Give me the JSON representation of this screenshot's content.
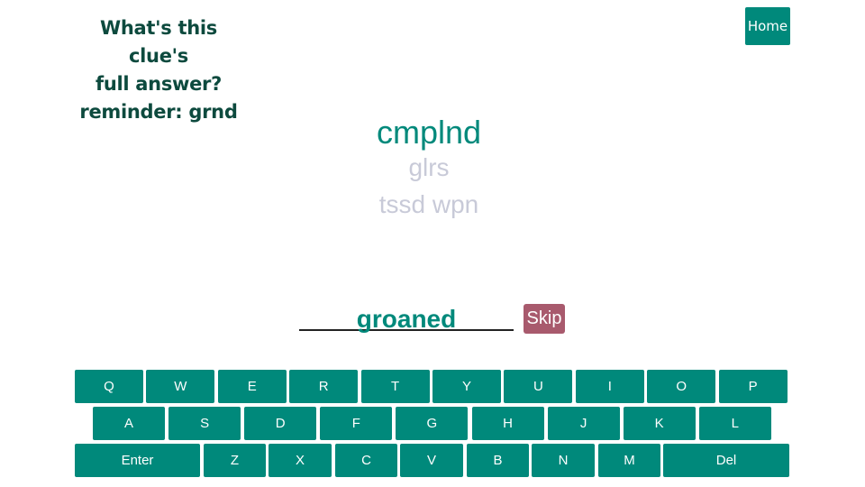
{
  "prompt": {
    "line1": "What's this clue's",
    "line2": "full answer?",
    "line3": "reminder: grnd"
  },
  "home_label": "Home",
  "clues": [
    "cmplnd",
    "glrs",
    "tssd wpn"
  ],
  "answer": "groaned",
  "skip_label": "Skip",
  "keyboard": {
    "row1": [
      "Q",
      "W",
      "E",
      "R",
      "T",
      "Y",
      "U",
      "I",
      "O",
      "P"
    ],
    "row2": [
      "A",
      "S",
      "D",
      "F",
      "G",
      "H",
      "J",
      "K",
      "L"
    ],
    "row3": [
      "Enter",
      "Z",
      "X",
      "C",
      "V",
      "B",
      "N",
      "M",
      "Del"
    ]
  },
  "colors": {
    "accent": "#00897b",
    "skip": "#a85a6d",
    "muted": "#c8cad8",
    "prompt": "#0d4a3e"
  }
}
